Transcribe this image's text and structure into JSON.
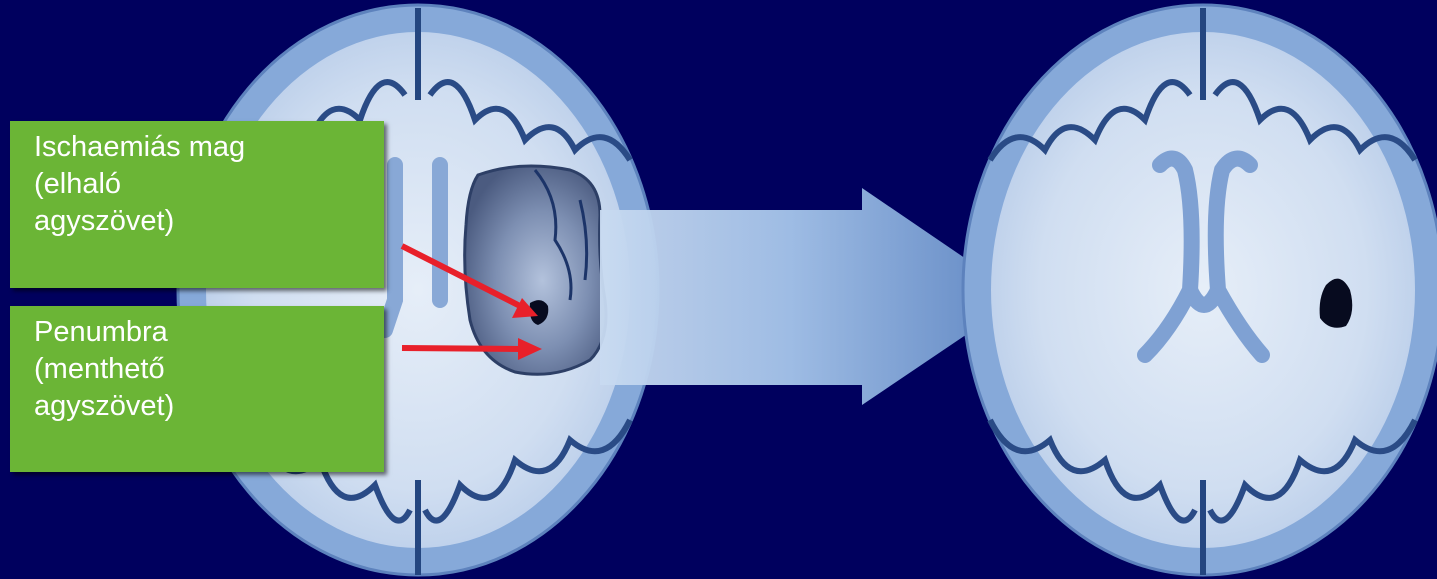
{
  "background_color": "#00005e",
  "labels": {
    "ischemic_core": {
      "lines": [
        "Ischaemiás mag",
        "(elhaló",
        "agyszövet)"
      ],
      "box_color": "#6bb536",
      "text_color": "#ffffff"
    },
    "penumbra": {
      "lines": [
        "Penumbra",
        "(menthető",
        "agyszövet)"
      ],
      "box_color": "#6bb536",
      "text_color": "#ffffff"
    }
  },
  "pointer_arrow_color": "#e8202a",
  "transition_arrow_color": "#7a9fd0",
  "brain_colors": {
    "outer": "#7fa4d6",
    "inner": "#d6e2f2",
    "sulci": "#1f3c74",
    "lesion": "#0a0f24"
  }
}
